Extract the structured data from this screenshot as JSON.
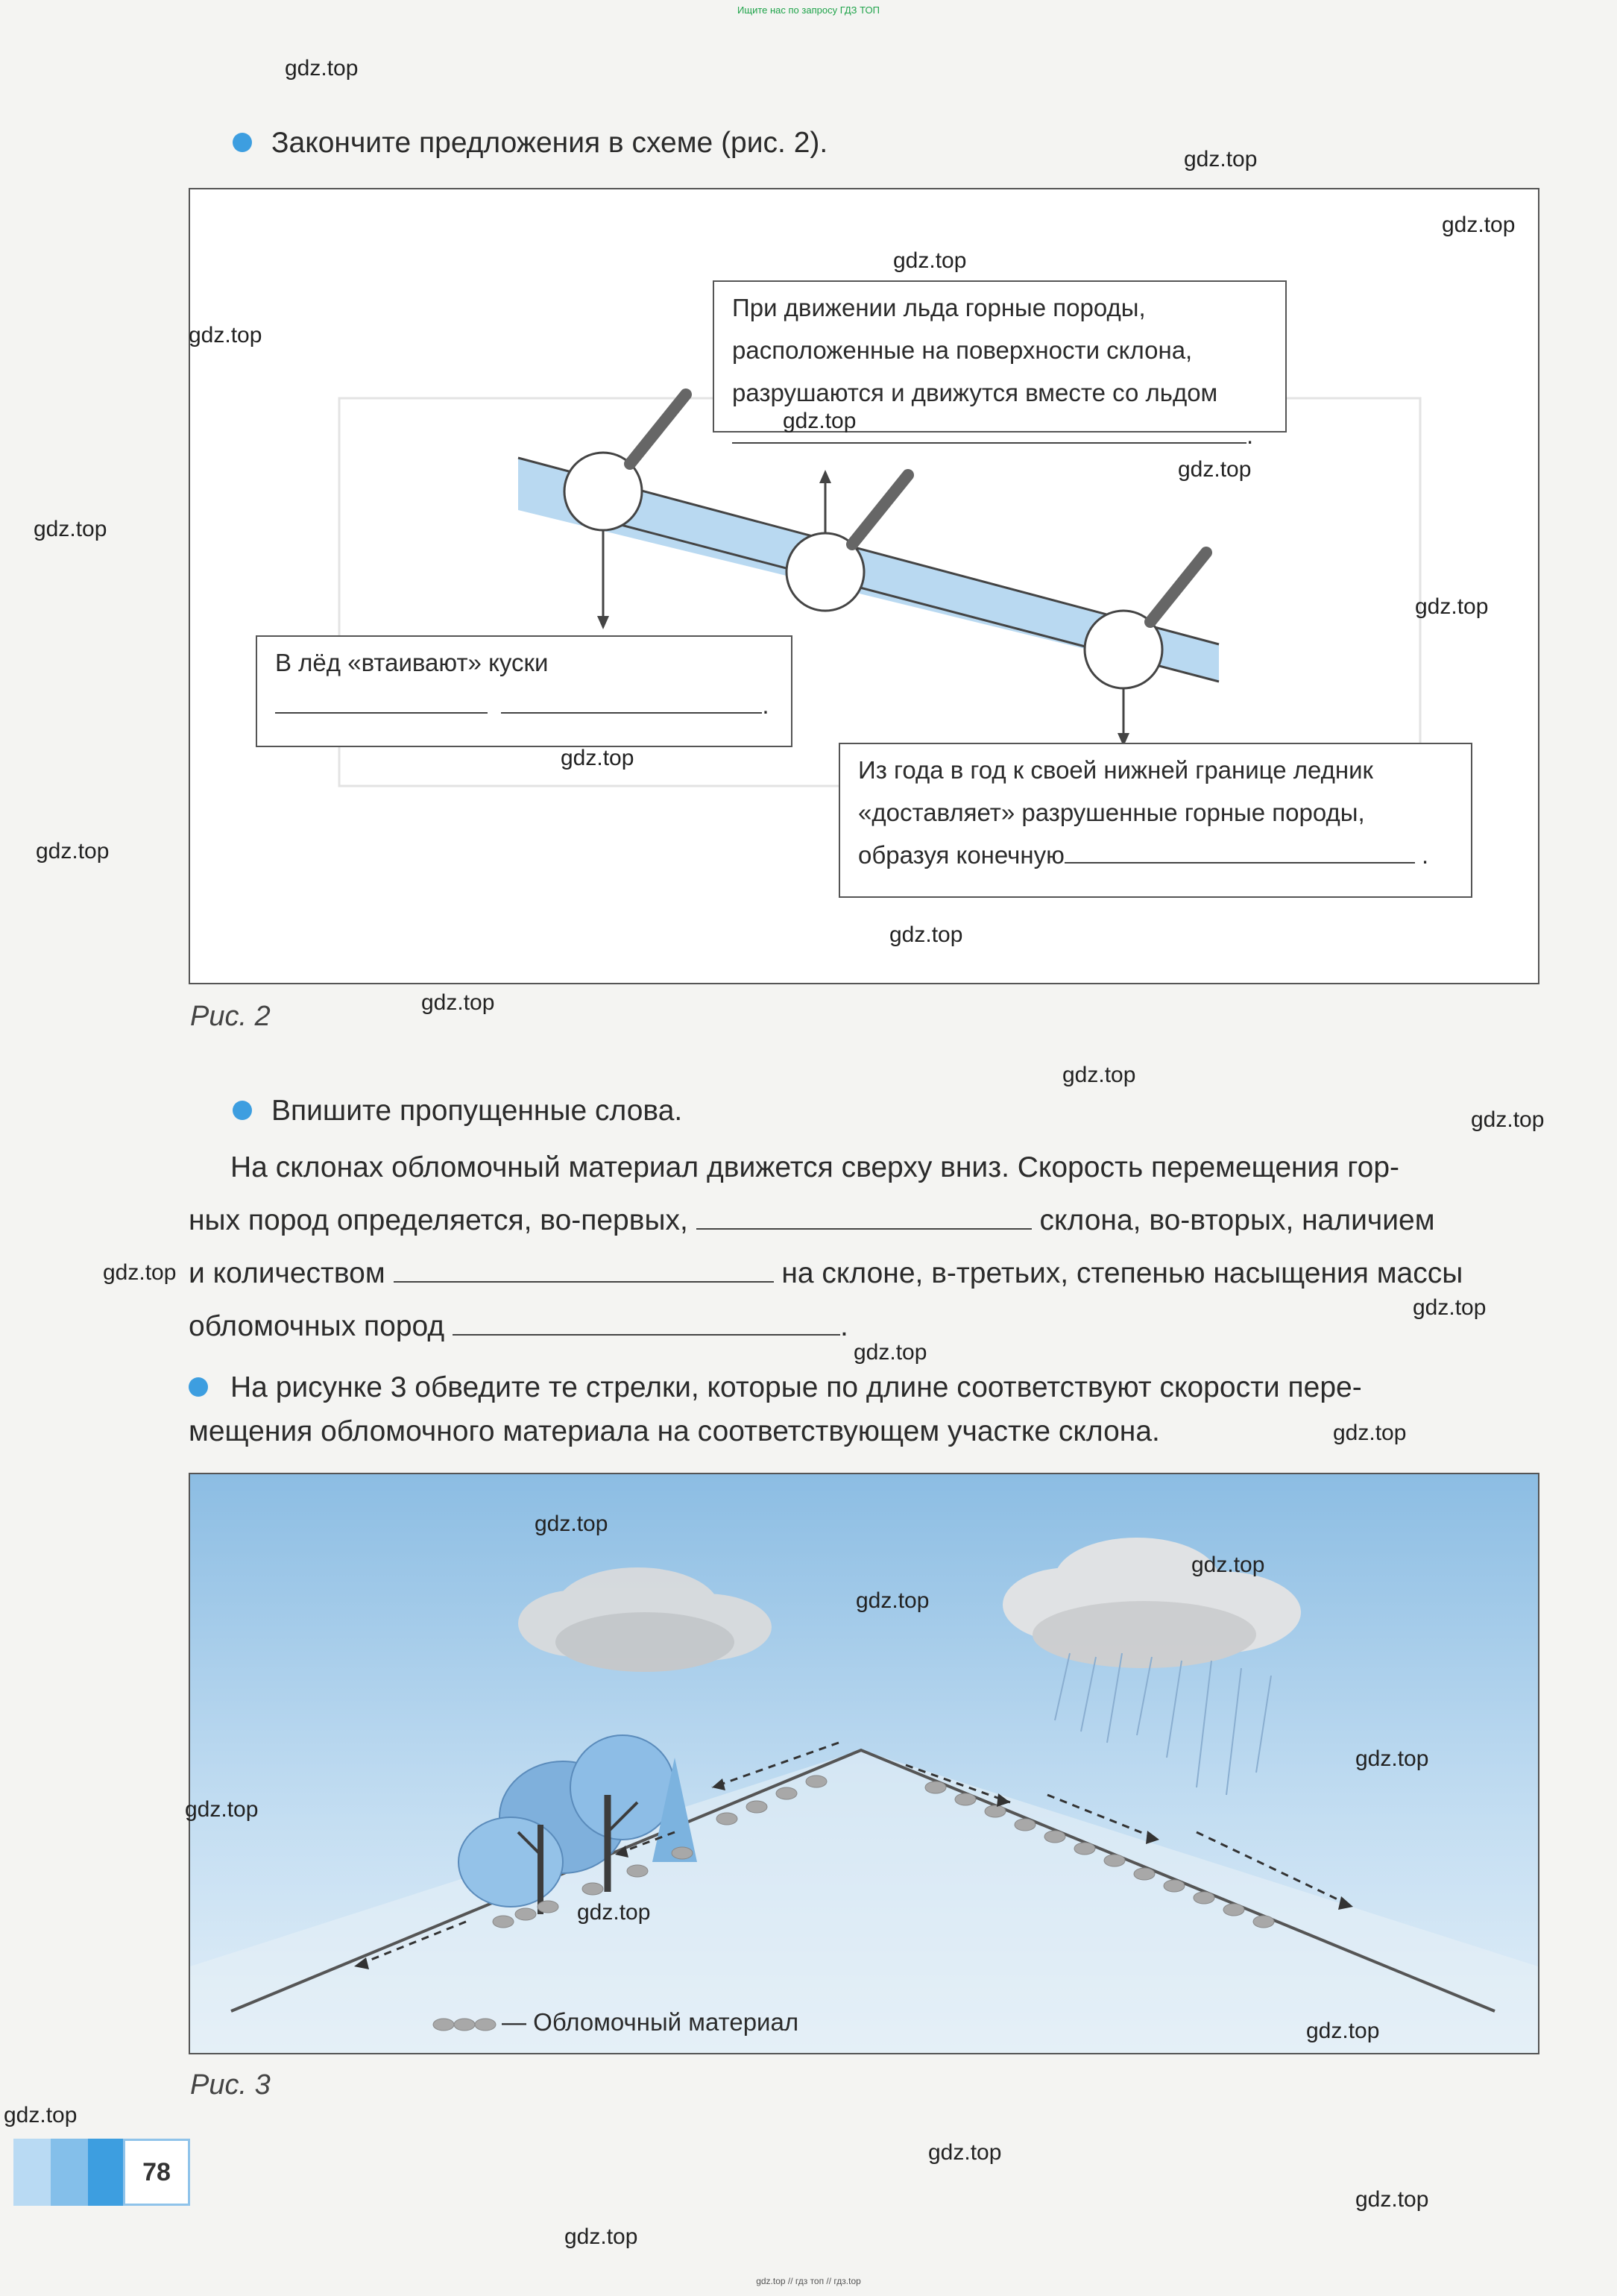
{
  "top_note": "Ищите нас по запросу ГДЗ ТОП",
  "bottom_note": "gdz.top // гдз топ // гдз.top",
  "watermark": "gdz.top",
  "task1": {
    "text": "Закончите предложения в схеме (рис. 2)."
  },
  "fig2": {
    "box_top": [
      "При движении льда горные породы,",
      "расположенные на поверхности склона,",
      "разрушаются и движутся вместе со льдом"
    ],
    "box_left": "В лёд «втаивают» куски",
    "box_bottom": [
      "Из года в год к своей нижней границе ледник",
      "«доставляет» разрушенные горные породы,",
      "образуя конечную"
    ],
    "period": ".",
    "caption": "Рис. 2"
  },
  "task2": {
    "text": "Впишите пропущенные слова.",
    "line1": "На склонах обломочный материал движется сверху вниз. Скорость перемещения гор-",
    "line2a": "ных пород определяется, во-первых,",
    "line2b": "склона, во-вторых, наличием",
    "line3a": "и количеством",
    "line3b": "на склоне, в-третьих, степенью насыщения массы",
    "line4": "обломочных пород"
  },
  "task3": {
    "line1": "На рисунке 3 обведите те стрелки, которые по длине соответствуют скорости пере-",
    "line2": "мещения обломочного материала на соответствующем участке склона."
  },
  "fig3": {
    "legend": "— Обломочный материал",
    "caption": "Рис. 3"
  },
  "page_number": "78",
  "colors": {
    "accent": "#3d9ee0",
    "sky": "#a9cde9",
    "ice": "#b9d9f1"
  }
}
